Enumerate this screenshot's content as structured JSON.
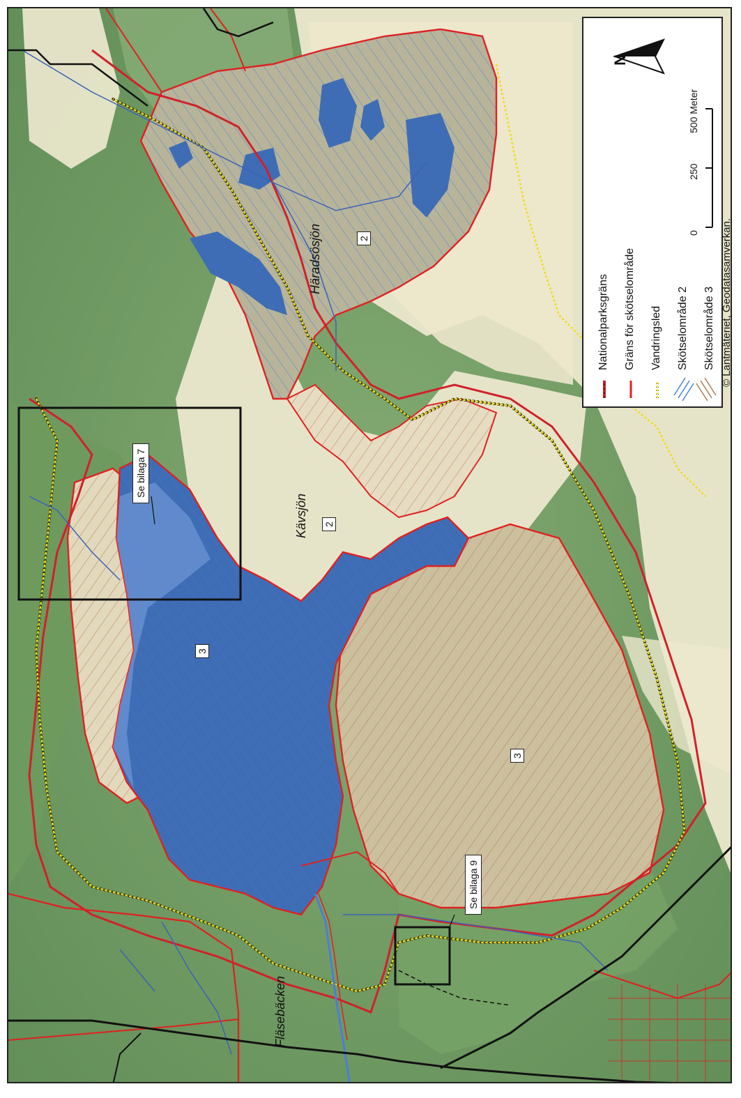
{
  "map": {
    "legend": {
      "items": [
        {
          "label": "Nationalparksgräns",
          "color": "#d0212a"
        },
        {
          "label": "Gräns för skötselområde",
          "color": "#e02020"
        },
        {
          "label": "Vandringsled",
          "color": "#e6d21a"
        },
        {
          "label": "Skötselområde 2",
          "color": "#4a7fd4"
        },
        {
          "label": "Skötselområde 3",
          "color": "#b07a52"
        }
      ],
      "north_label": "N",
      "scale": {
        "ticks": [
          "0",
          "250",
          "500 Meter"
        ]
      }
    },
    "place_names": {
      "lake_main": "Kävsjön",
      "lake_north": "Häradsösjön",
      "stream": "Fläsebäcken"
    },
    "area_tags": [
      "2",
      "2",
      "3",
      "3"
    ],
    "callouts": {
      "top": "Se bilaga 7",
      "bottom": "Se bilaga 9"
    },
    "credit": "© Lantmäteriet, Geodatasamverkan.",
    "colors": {
      "forest": "#6f9a62",
      "open": "#e8e5c8",
      "water": "#3e6db5",
      "bog": "#c9c0a0"
    }
  }
}
